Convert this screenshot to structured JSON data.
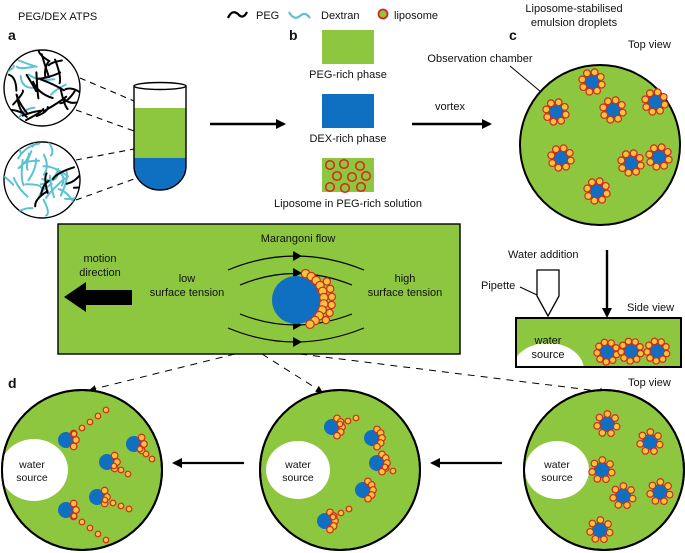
{
  "header": {
    "atps": "PEG/DEX ATPS",
    "legend_peg": "PEG",
    "legend_dex": "Dextran",
    "legend_lipo": "liposome",
    "droplets_line1": "Liposome-stabilised",
    "droplets_line2": "emulsion droplets"
  },
  "panels": {
    "a": "a",
    "b": "b",
    "c": "c",
    "d": "d"
  },
  "panel_b": {
    "peg_phase": "PEG-rich phase",
    "dex_phase": "DEX-rich phase",
    "lipo_solution": "Liposome in PEG-rich solution",
    "vortex": "vortex"
  },
  "panel_c": {
    "top_view": "Top view",
    "chamber": "Observation chamber",
    "water_addition": "Water addition",
    "pipette": "Pipette",
    "side_view": "Side view",
    "water": "water",
    "source": "source"
  },
  "inset": {
    "marangoni": "Marangoni flow",
    "motion1": "motion",
    "motion2": "direction",
    "low1": "low",
    "low2": "surface tension",
    "high1": "high",
    "high2": "surface tension"
  },
  "panel_d": {
    "top_view": "Top view",
    "water": "water",
    "source": "source"
  },
  "colors": {
    "peg_green": "#8dc63f",
    "dex_blue": "#0f6fc0",
    "dextran_cyan": "#5bc2d3",
    "liposome_red": "#d8271c",
    "liposome_fill": "#f2c63c"
  }
}
